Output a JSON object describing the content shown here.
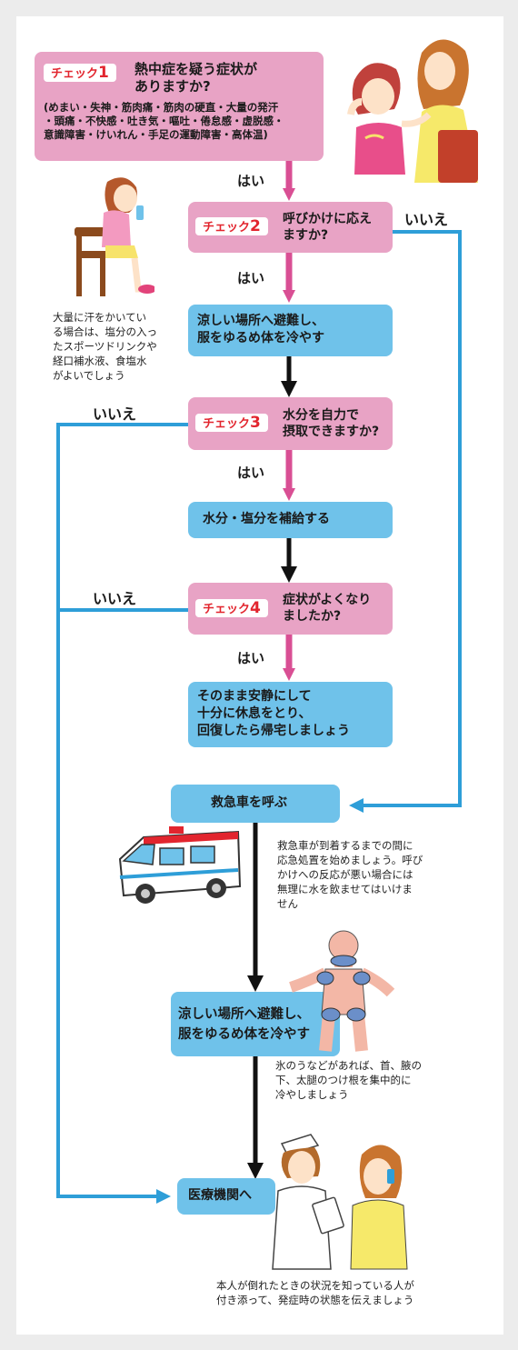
{
  "colors": {
    "pink": "#e8a3c5",
    "blue": "#6fc2ea",
    "check_red": "#e2252e",
    "arrow_pink": "#d94f94",
    "line_blue": "#2e9ed8",
    "arrow_black": "#111111"
  },
  "check1": {
    "tag_prefix": "チェック",
    "tag_num": "1",
    "question": "熱中症を疑う症状が\nありますか?",
    "symptoms": "(めまい・失神・筋肉痛・筋肉の硬直・大量の発汗\n・頭痛・不快感・吐き気・嘔吐・倦怠感・虚脱感・\n意識障害・けいれん・手足の運動障害・高体温)"
  },
  "check2": {
    "tag_prefix": "チェック",
    "tag_num": "2",
    "question": "呼びかけに応え\nますか?"
  },
  "check3": {
    "tag_prefix": "チェック",
    "tag_num": "3",
    "question": "水分を自力で\n摂取できますか?"
  },
  "check4": {
    "tag_prefix": "チェック",
    "tag_num": "4",
    "question": "症状がよくなり\nましたか?"
  },
  "labels": {
    "yes": "はい",
    "no": "いいえ"
  },
  "actions": {
    "cool_place_1": "涼しい場所へ避難し、\n服をゆるめ体を冷やす",
    "hydrate": "水分・塩分を補給する",
    "rest": "そのまま安静にして\n十分に休息をとり、\n回復したら帰宅しましょう",
    "ambulance": "救急車を呼ぶ",
    "cool_place_2": "涼しい場所へ避難し、\n服をゆるめ体を冷やす",
    "hospital": "医療機関へ"
  },
  "notes": {
    "sweat": "大量に汗をかいてい\nる場合は、塩分の入っ\nたスポーツドリンクや\n経口補水液、食塩水\nがよいでしょう",
    "ambulance": "救急車が到着するまでの間に\n応急処置を始めましょう。呼び\nかけへの反応が悪い場合には\n無理に水を飲ませてはいけま\nせん",
    "ice": "氷のうなどがあれば、首、腋の\n下、太腿のつけ根を集中的に\n冷やしましょう",
    "hospital": "本人が倒れたときの状況を知っている人が\n付き添って、発症時の状態を伝えましょう"
  }
}
